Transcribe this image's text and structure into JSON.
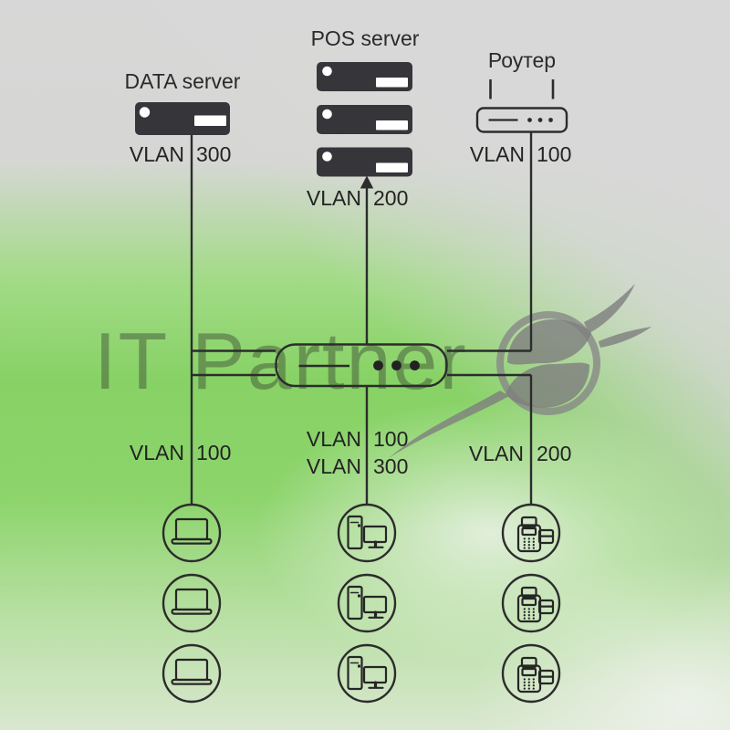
{
  "watermark": {
    "text": "IT Partner",
    "logo_icon": "it-partner-s-swoosh-logo"
  },
  "top_nodes": [
    {
      "id": "data-server",
      "title": "DATA server",
      "vlan_word": "VLAN",
      "vlan_num": "300",
      "icon": "rack-server-icon",
      "units": 1
    },
    {
      "id": "pos-server",
      "title": "POS server",
      "vlan_word": "VLAN",
      "vlan_num": "200",
      "icon": "rack-server-icon",
      "units": 3
    },
    {
      "id": "router",
      "title": "Роутер",
      "vlan_word": "VLAN",
      "vlan_num": "100",
      "icon": "wifi-router-icon",
      "units": 1
    }
  ],
  "switch": {
    "icon": "network-switch-icon"
  },
  "client_groups": [
    {
      "id": "laptops",
      "icon": "laptop-icon",
      "count": 3,
      "vlans": [
        {
          "word": "VLAN",
          "num": "100"
        }
      ]
    },
    {
      "id": "workstations",
      "icon": "desktop-pc-icon",
      "count": 3,
      "vlans": [
        {
          "word": "VLAN",
          "num": "100"
        },
        {
          "word": "VLAN",
          "num": "300"
        }
      ]
    },
    {
      "id": "payment-terminals",
      "icon": "payment-terminal-icon",
      "count": 3,
      "vlans": [
        {
          "word": "VLAN",
          "num": "200"
        }
      ]
    }
  ],
  "colors": {
    "background_gray": "#d7d7d7",
    "background_green": "#87d265",
    "line": "#2c2c2c",
    "server_fill": "#36363a",
    "watermark_text": "rgba(58,72,50,0.45)",
    "logo_gray": "#868686"
  }
}
